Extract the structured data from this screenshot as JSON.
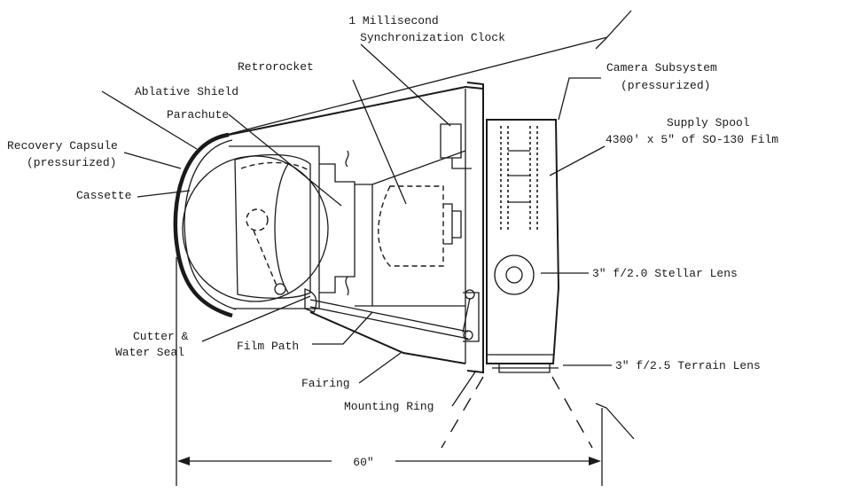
{
  "labels": {
    "clock_line1": "1 Millisecond",
    "clock_line2": "Synchronization Clock",
    "retrorocket": "Retrorocket",
    "ablative_shield": "Ablative Shield",
    "parachute": "Parachute",
    "recovery_capsule_line1": "Recovery Capsule",
    "recovery_capsule_line2": "(pressurized)",
    "cassette": "Cassette",
    "camera_subsystem_line1": "Camera Subsystem",
    "camera_subsystem_line2": "(pressurized)",
    "supply_spool_line1": "Supply Spool",
    "supply_spool_line2": "4300' x 5\" of SO-130 Film",
    "stellar_lens": "3\" f/2.0 Stellar Lens",
    "cutter_line1": "Cutter &",
    "cutter_line2": "Water Seal",
    "film_path": "Film Path",
    "fairing": "Fairing",
    "mounting_ring": "Mounting Ring",
    "terrain_lens": "3\" f/2.5 Terrain Lens",
    "dimension": "60\""
  }
}
